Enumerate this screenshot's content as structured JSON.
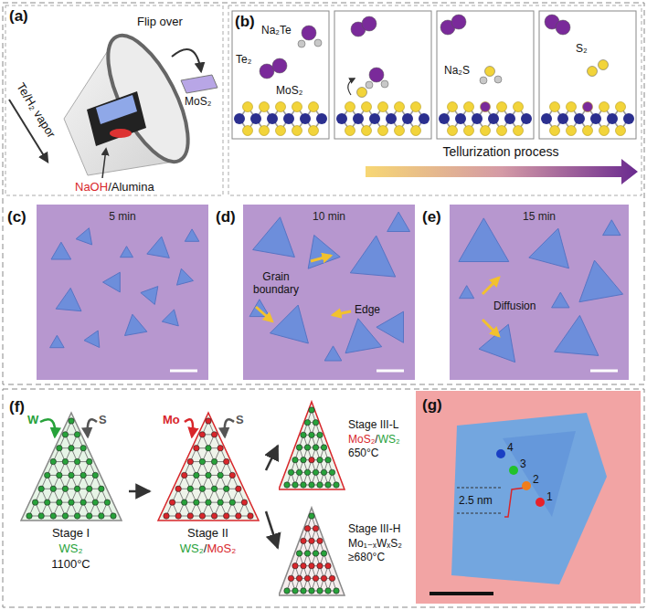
{
  "diagram": {
    "nodes": [
      {
        "text": [
          "Stage I",
          "WS₂",
          "1100°C"
        ]
      },
      {
        "text": [
          "Stage II",
          "WS₂/MoS₂"
        ]
      },
      {
        "text": [
          "Stage III-L",
          "MoS₂/WS₂",
          "650°C"
        ]
      },
      {
        "text": [
          "Stage III-H",
          "Mo₁₋ₓWₓS₂",
          "≥680°C"
        ]
      }
    ],
    "edges": [
      {
        "from": 0,
        "to": 1,
        "arrow": "to"
      },
      {
        "from": 1,
        "to": 2,
        "arrow": "to"
      },
      {
        "from": 1,
        "to": 3,
        "arrow": "to"
      }
    ],
    "labels": [
      "(a)",
      "Flip over",
      "MoS₂",
      "Te/H₂ vapor",
      "NaOH/Alumina",
      "(b)",
      "Na₂Te",
      "Te₂",
      "MoS₂",
      "Na₂S",
      "S₂",
      "Tellurization process",
      "(c)",
      "5 min",
      "(d)",
      "10 min",
      "Grain boundary",
      "Edge",
      "(e)",
      "15 min",
      "Diffusion",
      "(f)",
      "W",
      "S",
      "Mo",
      "S",
      "(g)",
      "4",
      "3",
      "2",
      "1",
      "2.5 nm"
    ]
  }
}
